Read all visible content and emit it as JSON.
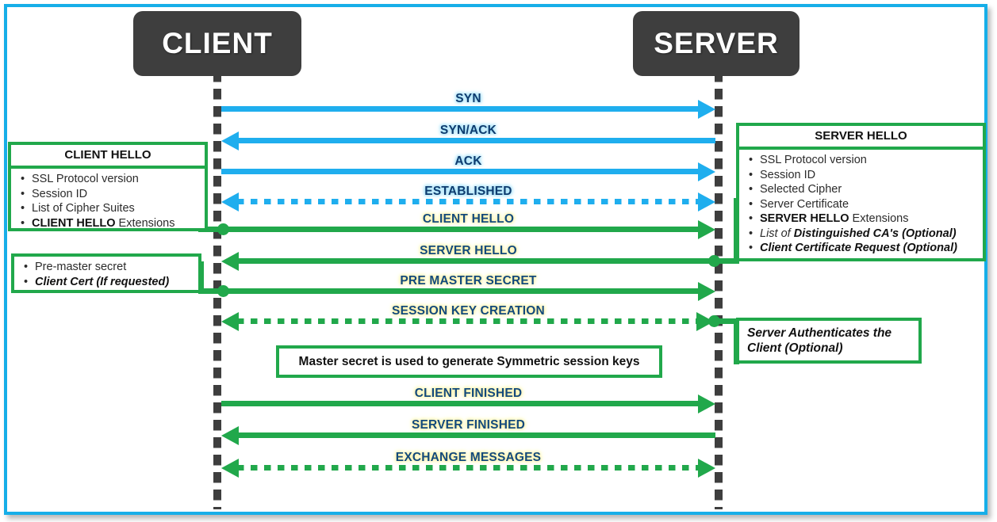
{
  "title": "SSL/TLS Handshake Sequence Diagram",
  "colors": {
    "frame_blue": "#16AEE8",
    "tcp_blue": "#1FAEEE",
    "tls_green": "#21A84B",
    "actor_dark": "#3E3E3E",
    "label_navy": "#0E3B6E",
    "green_label_glow": "#FFF3A8",
    "blue_label_glow": "#9DDFF7"
  },
  "actors": {
    "client": {
      "label": "CLIENT"
    },
    "server": {
      "label": "SERVER"
    }
  },
  "messages": [
    {
      "label": "SYN",
      "dir": "right",
      "style": "solid",
      "color": "blue",
      "origin_dot": false
    },
    {
      "label": "SYN/ACK",
      "dir": "left",
      "style": "solid",
      "color": "blue",
      "origin_dot": false
    },
    {
      "label": "ACK",
      "dir": "right",
      "style": "solid",
      "color": "blue",
      "origin_dot": false
    },
    {
      "label": "ESTABLISHED",
      "dir": "both",
      "style": "dotted",
      "color": "blue",
      "origin_dot": false
    },
    {
      "label": "CLIENT HELLO",
      "dir": "right",
      "style": "solid",
      "color": "green",
      "origin_dot": "left"
    },
    {
      "label": "SERVER HELLO",
      "dir": "left",
      "style": "solid",
      "color": "green",
      "origin_dot": "right"
    },
    {
      "label": "PRE MASTER SECRET",
      "dir": "right",
      "style": "solid",
      "color": "green",
      "origin_dot": "left"
    },
    {
      "label": "SESSION KEY CREATION",
      "dir": "both",
      "style": "dotted",
      "color": "green",
      "origin_dot": "right"
    },
    {
      "label": "CLIENT FINISHED",
      "dir": "right",
      "style": "solid",
      "color": "green",
      "origin_dot": false
    },
    {
      "label": "SERVER FINISHED",
      "dir": "left",
      "style": "solid",
      "color": "green",
      "origin_dot": false
    },
    {
      "label": "EXCHANGE MESSAGES",
      "dir": "both",
      "style": "dotted",
      "color": "green",
      "origin_dot": false
    }
  ],
  "client_hello_box": {
    "title": "CLIENT HELLO",
    "items": [
      {
        "text": "SSL Protocol version"
      },
      {
        "text": "Session ID"
      },
      {
        "text": "List of Cipher Suites"
      },
      {
        "bold": "CLIENT HELLO",
        "text": " Extensions"
      }
    ]
  },
  "pre_master_box": {
    "items": [
      {
        "text": "Pre-master secret"
      },
      {
        "bold_italic": "Client Cert (If requested)"
      }
    ]
  },
  "server_hello_box": {
    "title": "SERVER HELLO",
    "items": [
      {
        "text": "SSL Protocol version"
      },
      {
        "text": "Session ID"
      },
      {
        "text": "Selected Cipher"
      },
      {
        "text": "Server Certificate"
      },
      {
        "bold": "SERVER HELLO",
        "text": " Extensions"
      },
      {
        "italic": "List of ",
        "bold_italic": "Distinguished CA's (Optional)"
      },
      {
        "bold_italic": "Client Certificate Request (Optional)"
      }
    ]
  },
  "master_secret_note": {
    "text": "Master secret is used to generate Symmetric session keys"
  },
  "server_auth_note": {
    "line1": "Server Authenticates the",
    "line2": "Client (Optional)"
  }
}
